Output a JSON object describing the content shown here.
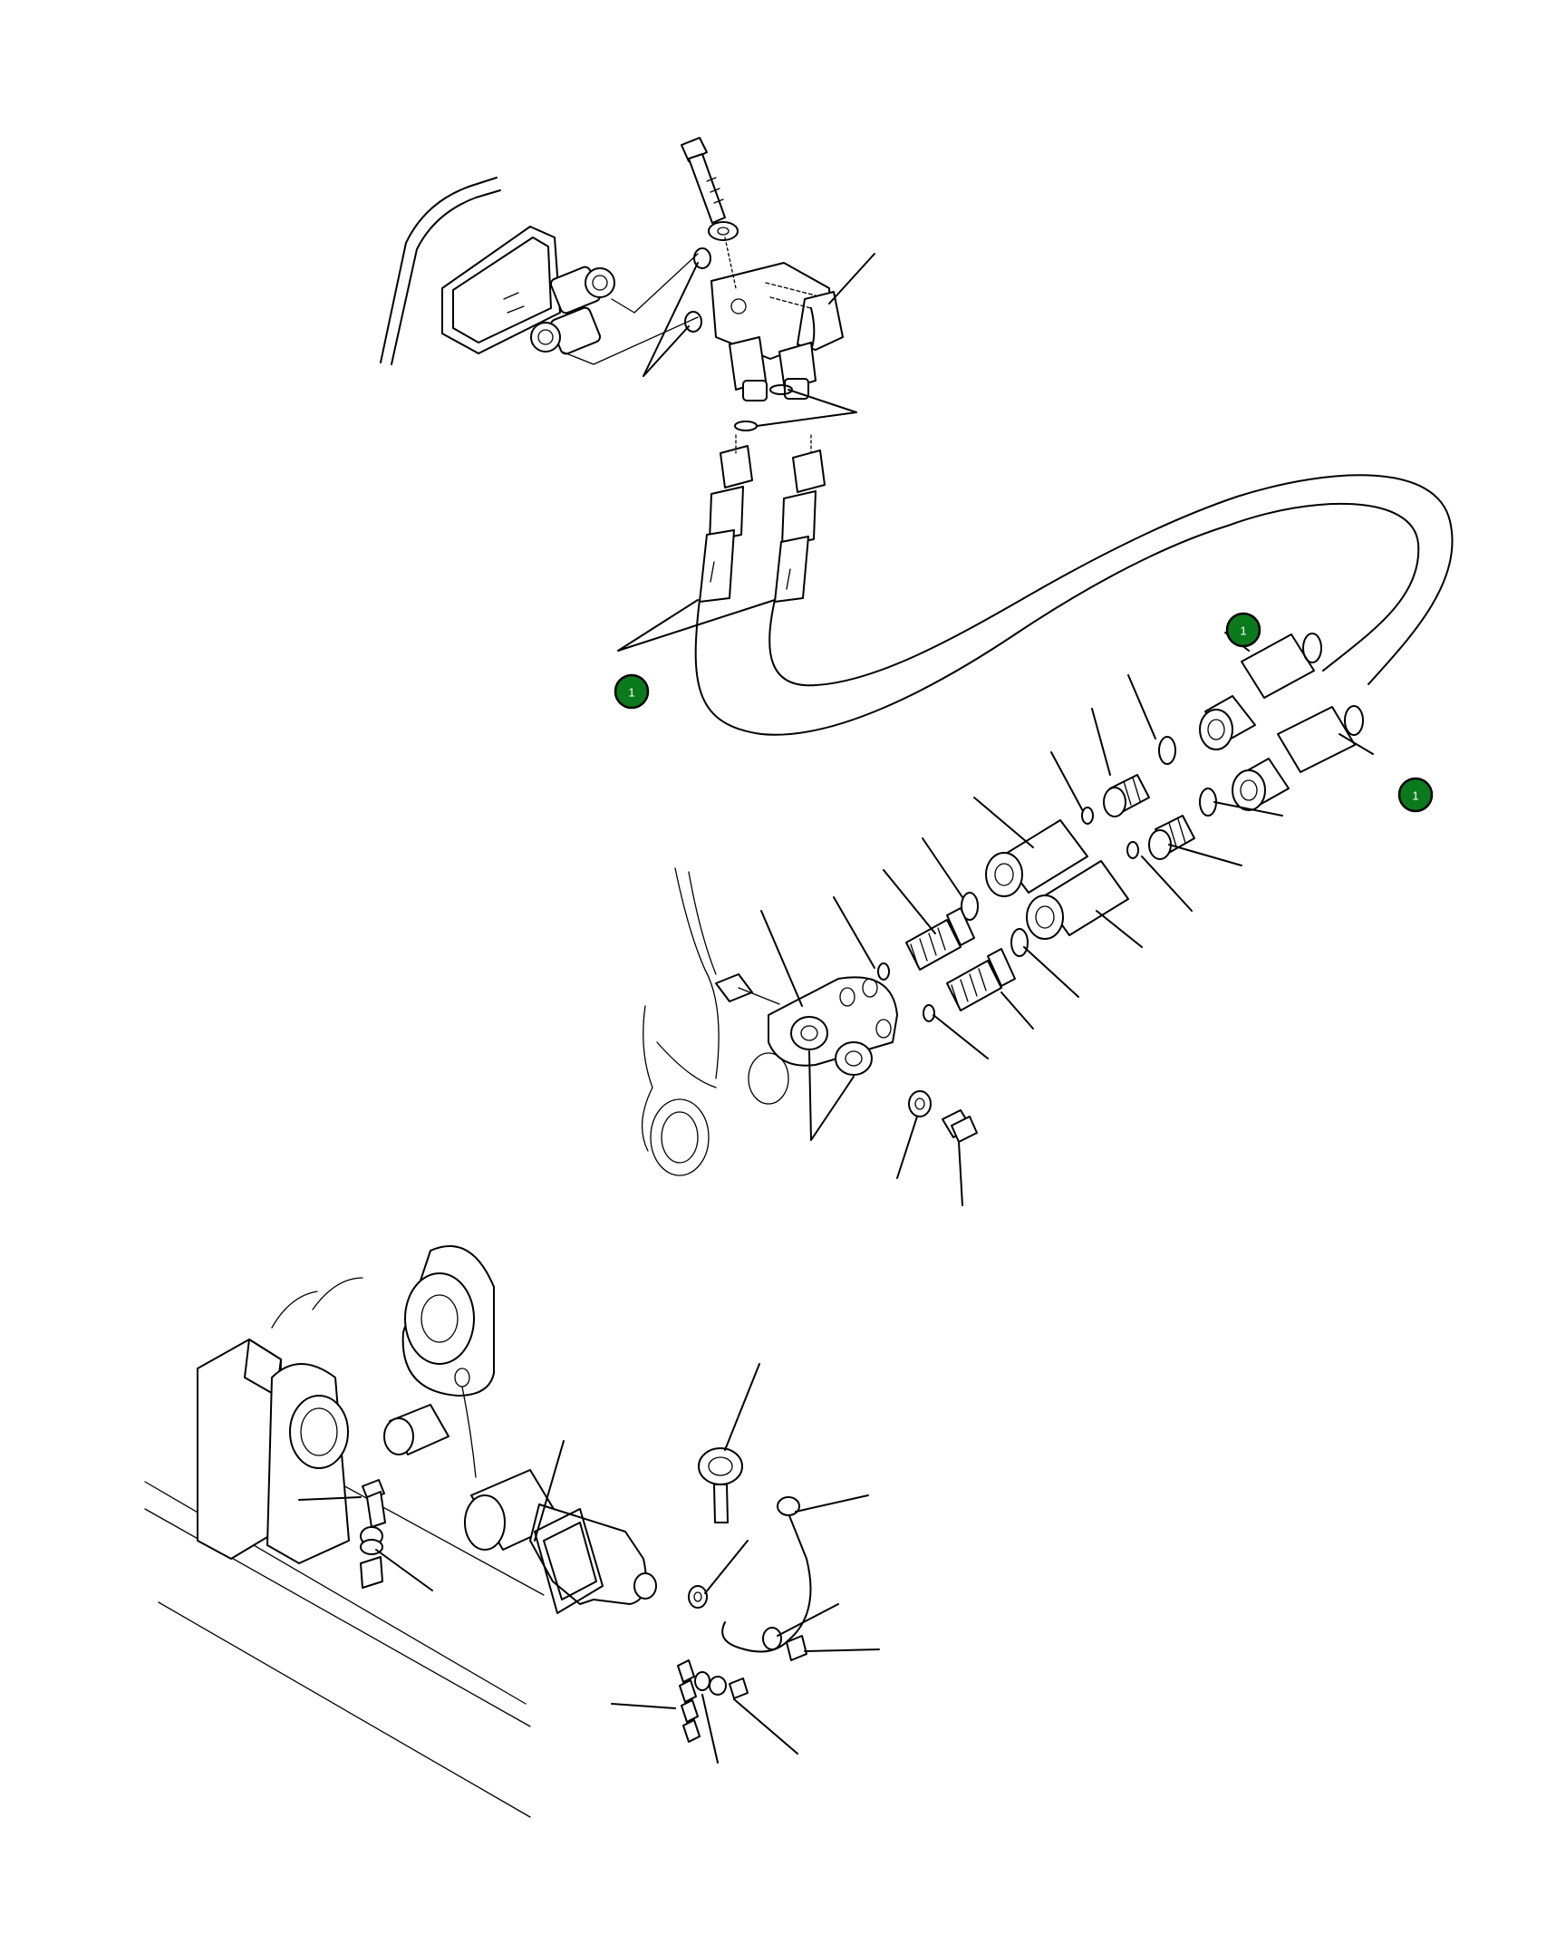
{
  "markers": [
    {
      "id": "marker-1-top",
      "label": "1"
    },
    {
      "id": "marker-1-left",
      "label": "1"
    },
    {
      "id": "marker-1-right",
      "label": "1"
    }
  ],
  "colors": {
    "marker_fill": "#0a7a1c",
    "line": "#000000",
    "background": "#ffffff"
  }
}
